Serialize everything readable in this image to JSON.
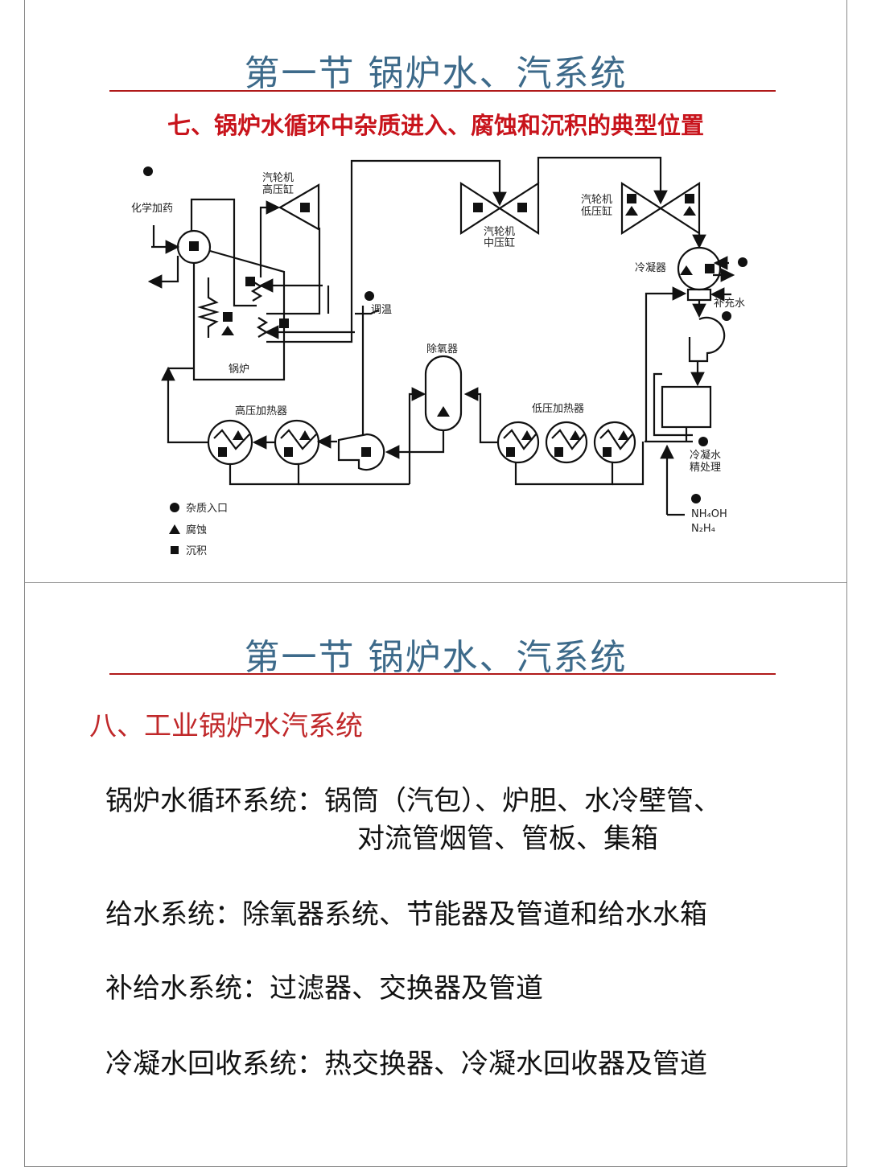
{
  "slide1": {
    "title": "第一节  锅炉水、汽系统",
    "subtitle": "七、锅炉水循环中杂质进入、腐蚀和沉积的典型位置",
    "diagram": {
      "labels": {
        "chemical_dosing": "化学加药",
        "hp_turbine_1": "汽轮机",
        "hp_turbine_2": "高压缸",
        "ip_turbine_1": "汽轮机",
        "ip_turbine_2": "中压缸",
        "lp_turbine_1": "汽轮机",
        "lp_turbine_2": "低压缸",
        "condenser": "冷凝器",
        "makeup_water": "补充水",
        "attemperation": "调温",
        "boiler": "锅炉",
        "deaerator": "除氧器",
        "hp_heater": "高压加热器",
        "lp_heater": "低压加热器",
        "polishing_1": "冷凝水",
        "polishing_2": "精处理",
        "chem_1": "NH₄OH",
        "chem_2": "N₂H₄"
      },
      "legend": [
        {
          "symbol": "circle",
          "label": "杂质入口"
        },
        {
          "symbol": "triangle",
          "label": "腐蚀"
        },
        {
          "symbol": "square",
          "label": "沉积"
        }
      ]
    }
  },
  "slide2": {
    "title": "第一节  锅炉水、汽系统",
    "heading": "八、工业锅炉水汽系统",
    "items": [
      {
        "line1": "锅炉水循环系统：锅筒（汽包）、炉胆、水冷壁管、",
        "line2": "对流管烟管、管板、集箱"
      },
      {
        "line1": "给水系统：除氧器系统、节能器及管道和给水水箱"
      },
      {
        "line1": "补给水系统：过滤器、交换器及管道"
      },
      {
        "line1": "冷凝水回收系统：热交换器、冷凝水回收器及管道"
      }
    ]
  }
}
